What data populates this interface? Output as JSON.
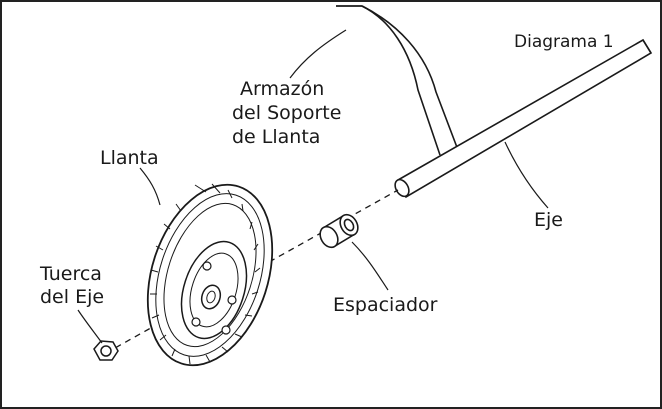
{
  "diagram": {
    "title": "Diagrama 1",
    "labels": {
      "frame": [
        "Armazón",
        "del Soporte",
        "de Llanta"
      ],
      "wheel": "Llanta",
      "axle": "Eje",
      "spacer": "Espaciador",
      "nut": [
        "Tuerca",
        "del Eje"
      ]
    }
  }
}
